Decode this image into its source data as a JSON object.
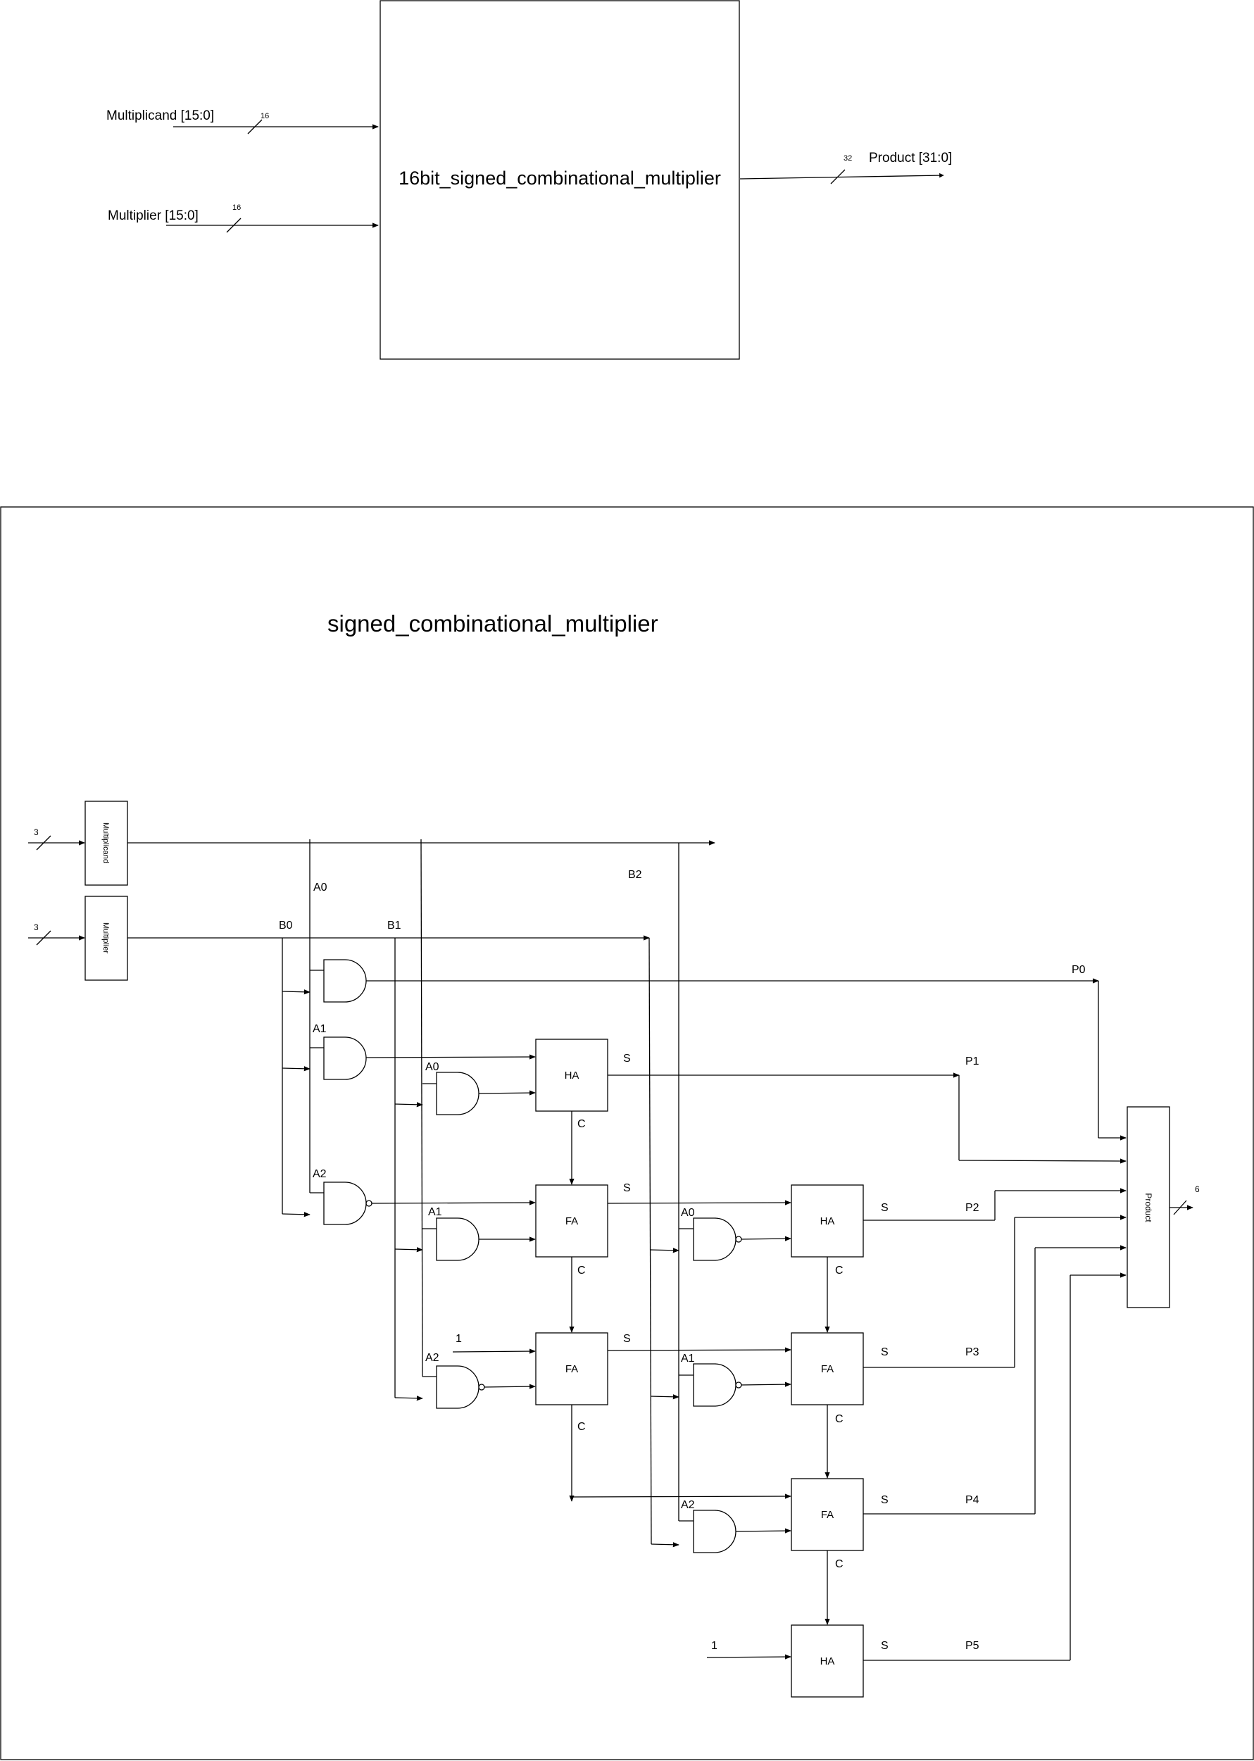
{
  "top": {
    "block_label": "16bit_signed_combinational_multiplier",
    "input_a": {
      "label": "Multiplicand [15:0]",
      "width": "16"
    },
    "input_b": {
      "label": "Multiplier [15:0]",
      "width": "16"
    },
    "output": {
      "label": "Product [31:0]",
      "width": "32"
    }
  },
  "bottom": {
    "title": "signed_combinational_multiplier",
    "reg_a": "Multiplicand",
    "reg_b": "Multiplier",
    "reg_a_width": "3",
    "reg_b_width": "3",
    "product_label": "Product",
    "product_width": "6",
    "signals": {
      "A0": "A0",
      "A1": "A1",
      "A2": "A2",
      "B0": "B0",
      "B1": "B1",
      "B2": "B2",
      "one": "1",
      "S": "S",
      "C": "C"
    },
    "ha": "HA",
    "fa": "FA",
    "outputs": [
      "P0",
      "P1",
      "P2",
      "P3",
      "P4",
      "P5"
    ]
  }
}
